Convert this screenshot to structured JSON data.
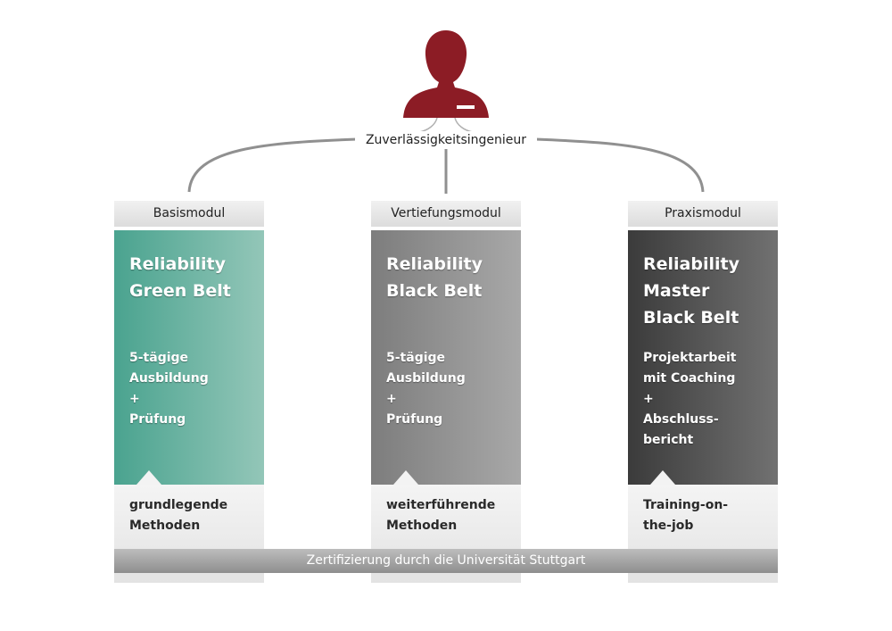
{
  "role": "Zuverlässigkeitsingenieur",
  "colors": {
    "person": "#8c1c25",
    "green": "#4aa38f",
    "grey": "#8a8a8a",
    "dark": "#404040"
  },
  "modules": [
    {
      "header": "Basismodul",
      "title": "Reliability\nGreen Belt",
      "description": "5-tägige\nAusbildung\n+\nPrüfung",
      "method": "grundlegende\nMethoden"
    },
    {
      "header": "Vertiefungsmodul",
      "title": "Reliability\nBlack Belt",
      "description": "5-tägige\nAusbildung\n+\nPrüfung",
      "method": "weiterführende\nMethoden"
    },
    {
      "header": "Praxismodul",
      "title": "Reliability\nMaster\nBlack Belt",
      "description": "Projektarbeit\nmit Coaching\n+\nAbschluss-\nbericht",
      "method": "Training-on-\nthe-job"
    }
  ],
  "certification": "Zertifizierung durch die Universität Stuttgart"
}
